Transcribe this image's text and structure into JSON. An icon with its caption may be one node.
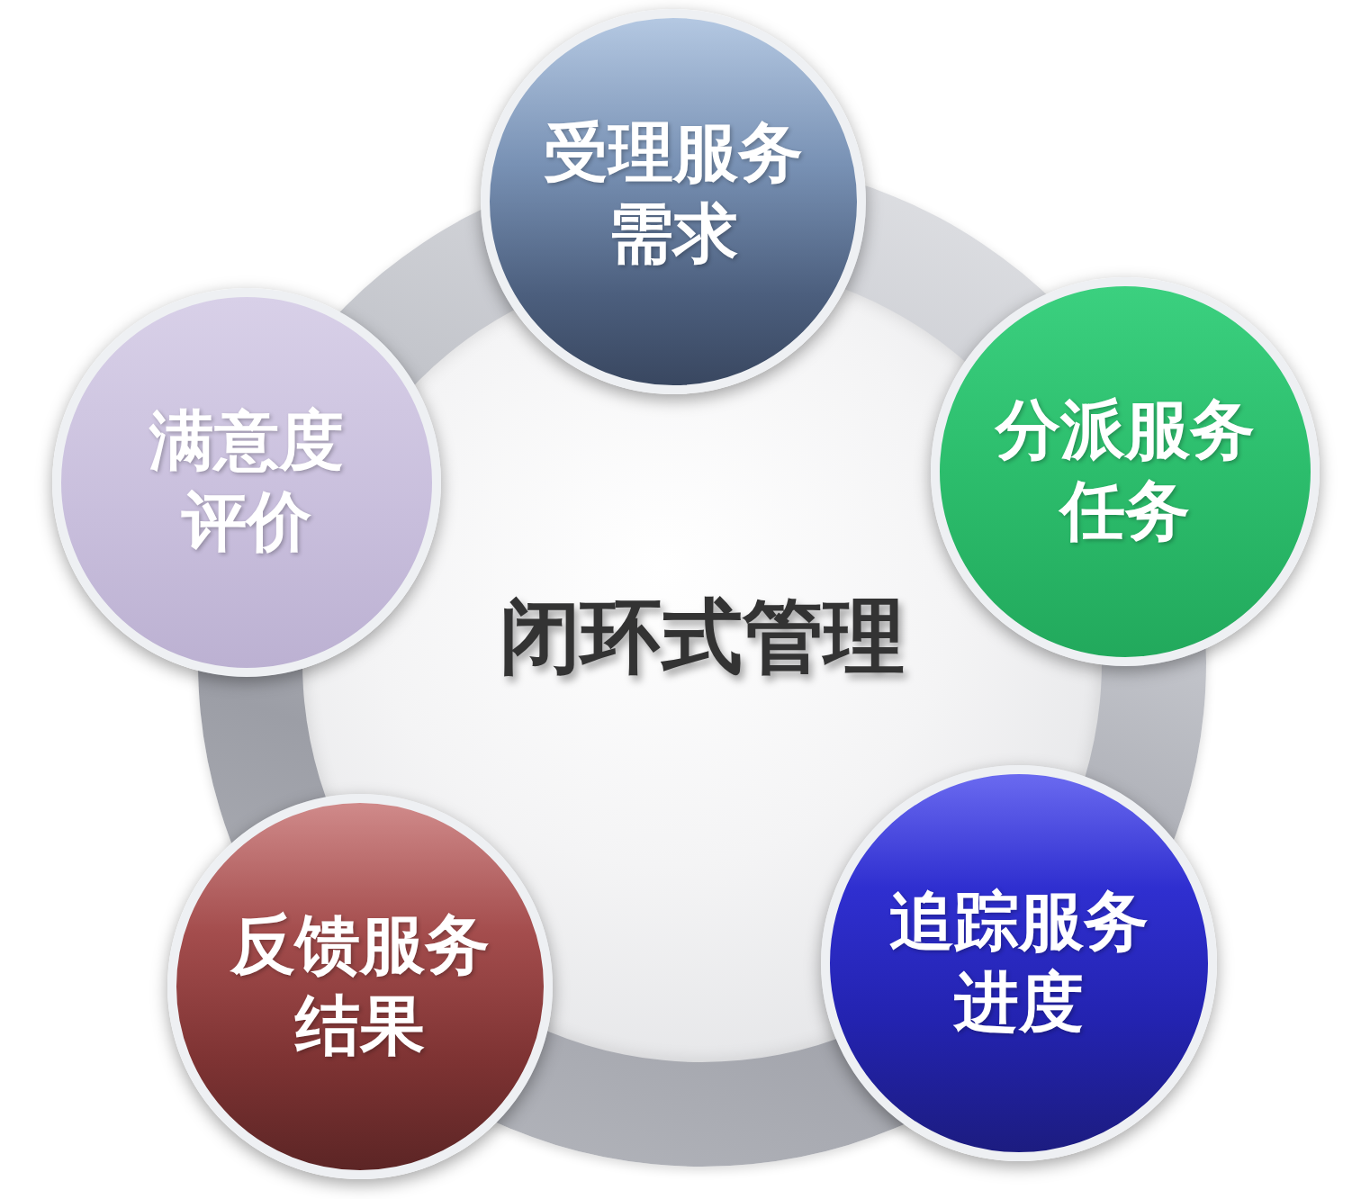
{
  "diagram": {
    "nodes": [
      {
        "text": [
          "受理服务需求"
        ]
      },
      {
        "text": [
          "分派服务任务"
        ]
      },
      {
        "text": [
          "追踪服务进度"
        ]
      },
      {
        "text": [
          "反馈服务结果"
        ]
      },
      {
        "text": [
          "满意度评价"
        ]
      },
      {
        "text": [
          "闭环式管理"
        ]
      }
    ]
  }
}
